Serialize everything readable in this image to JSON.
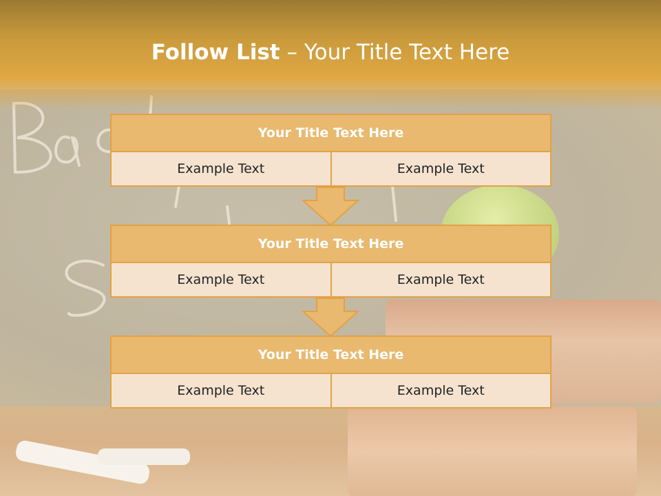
{
  "slide": {
    "title_bold": "Follow List",
    "title_rest": " – Your Title Text Here",
    "accent_color": "#e4a146",
    "head_fill": "#e8b96e",
    "cell_fill": "#f5e3cf"
  },
  "blocks": [
    {
      "title": "Your Title Text Here",
      "left": "Example Text",
      "right": "Example Text"
    },
    {
      "title": "Your Title Text Here",
      "left": "Example Text",
      "right": "Example Text"
    },
    {
      "title": "Your Title Text Here",
      "left": "Example Text",
      "right": "Example Text"
    }
  ],
  "arrows": [
    "down-arrow-icon",
    "down-arrow-icon"
  ]
}
